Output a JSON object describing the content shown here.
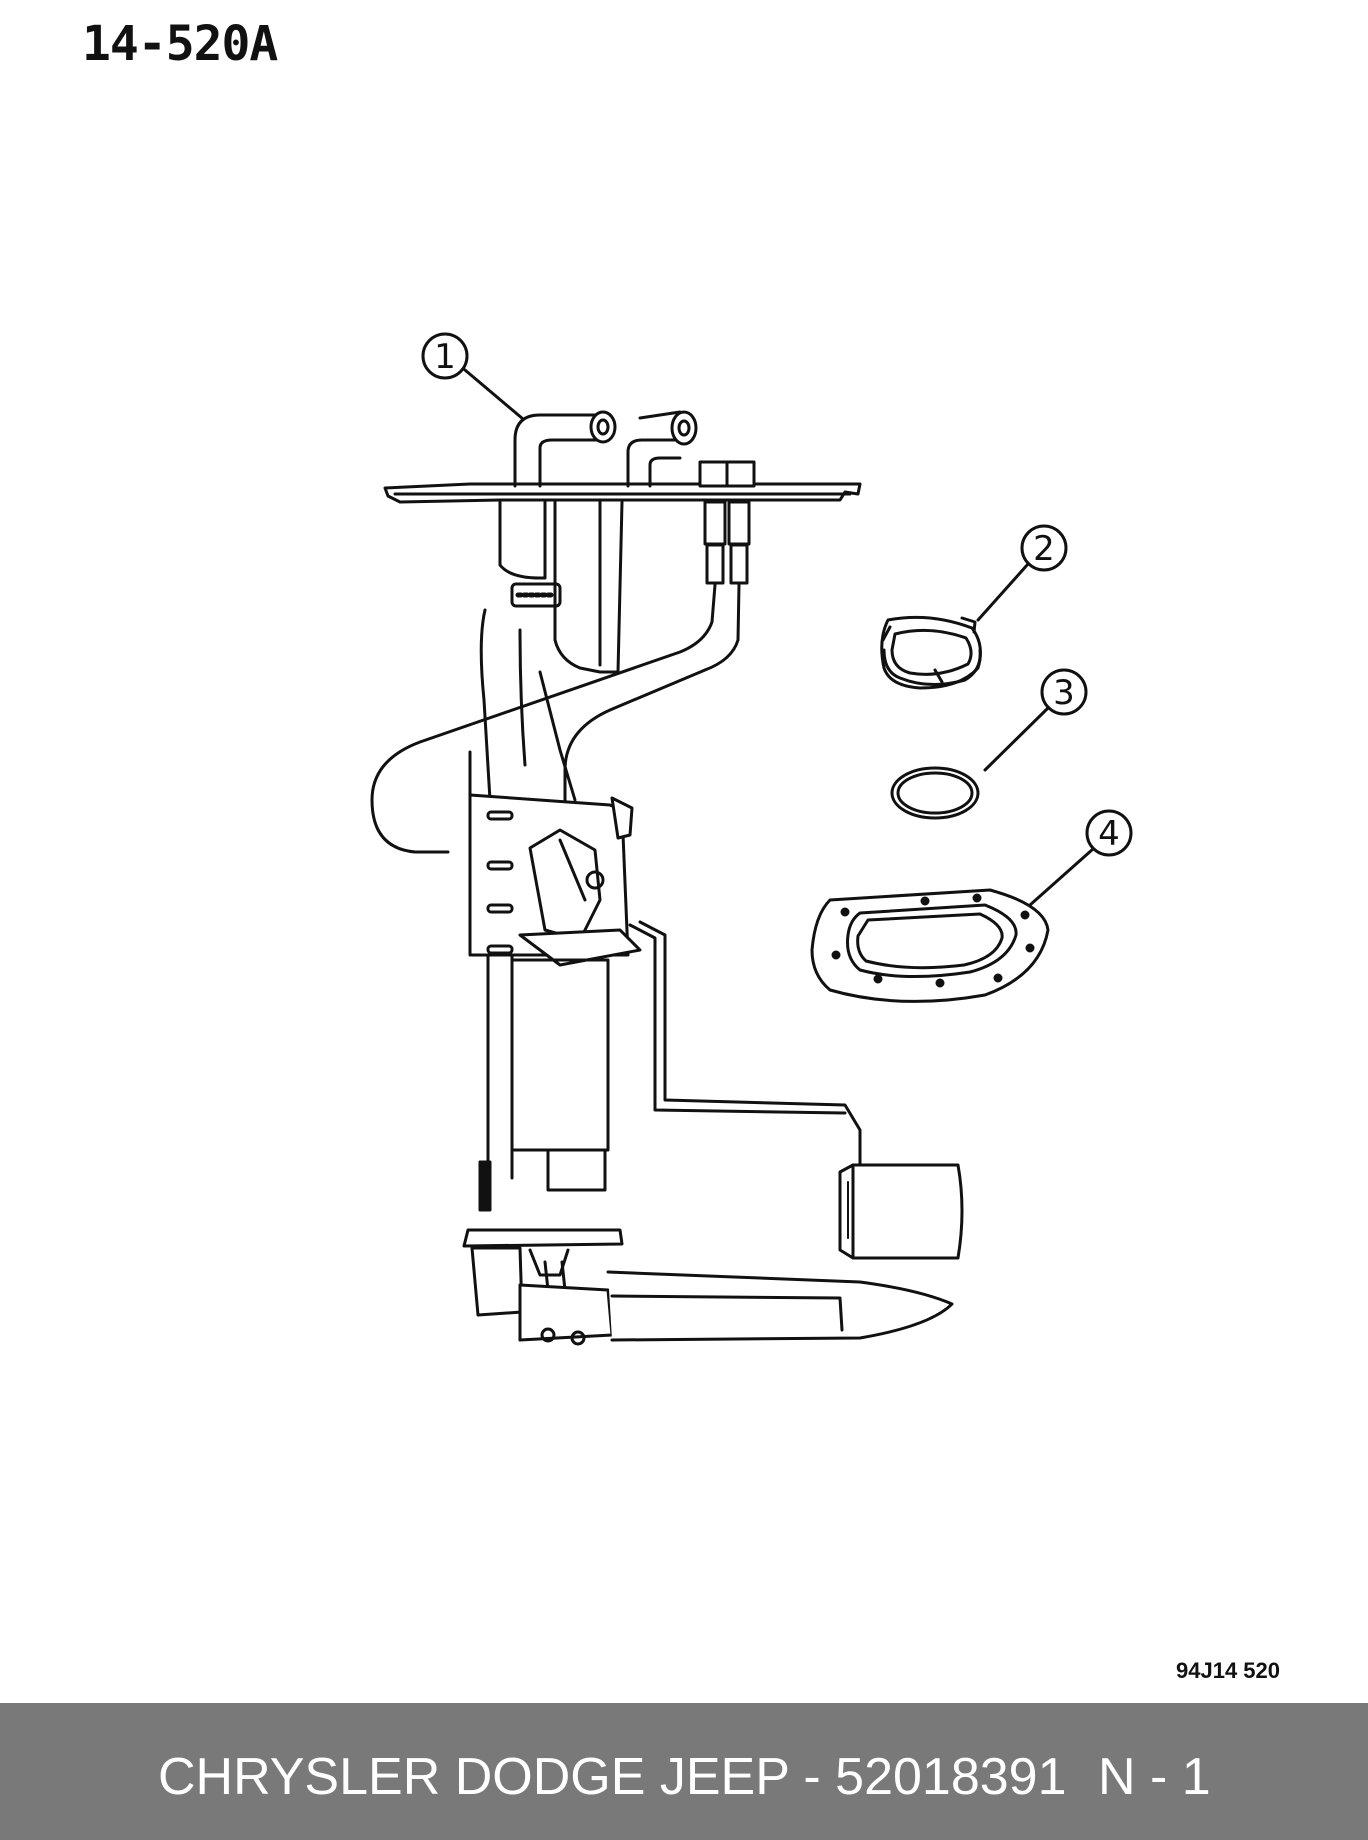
{
  "header": {
    "page_code": "14-520A"
  },
  "diagram": {
    "callouts": [
      {
        "number": "1",
        "part": "fuel-pump-module"
      },
      {
        "number": "2",
        "part": "lock-ring"
      },
      {
        "number": "3",
        "part": "o-ring-seal"
      },
      {
        "number": "4",
        "part": "gasket"
      }
    ],
    "figure_ref": "94J14  520"
  },
  "footer": {
    "text": "CHRYSLER DODGE JEEP - 52018391",
    "code": "N - 1",
    "background": "#797979"
  }
}
